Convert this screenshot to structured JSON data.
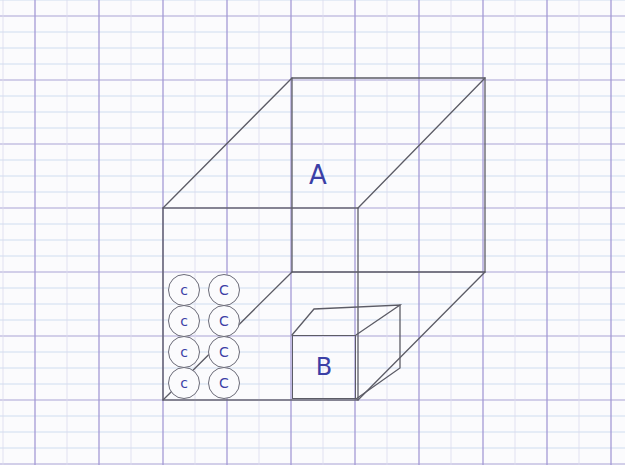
{
  "diagram": {
    "nodes": [
      {
        "text": [
          "A"
        ]
      },
      {
        "text": [
          "c"
        ],
        "in": 0
      },
      {
        "text": [
          "C"
        ],
        "in": 0
      },
      {
        "text": [
          "c"
        ],
        "in": 0
      },
      {
        "text": [
          "C"
        ],
        "in": 0
      },
      {
        "text": [
          "c"
        ],
        "in": 0
      },
      {
        "text": [
          "C"
        ],
        "in": 0
      },
      {
        "text": [
          "c"
        ],
        "in": 0
      },
      {
        "text": [
          "C"
        ],
        "in": 0
      },
      {
        "text": [
          "B"
        ],
        "in": 0
      }
    ]
  }
}
